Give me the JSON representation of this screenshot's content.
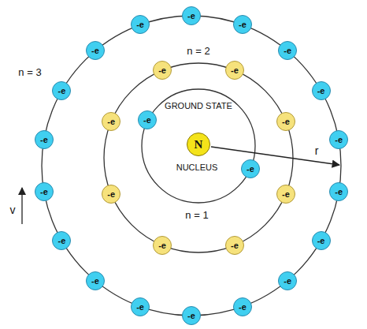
{
  "diagram": {
    "nodes": [
      {
        "text": [
          "N"
        ]
      },
      {
        "text": [
          "-e"
        ]
      },
      {
        "text": [
          "-e"
        ]
      },
      {
        "text": [
          "-e"
        ]
      },
      {
        "text": [
          "-e"
        ]
      },
      {
        "text": [
          "-e"
        ]
      },
      {
        "text": [
          "-e"
        ]
      },
      {
        "text": [
          "-e"
        ]
      },
      {
        "text": [
          "-e"
        ]
      },
      {
        "text": [
          "-e"
        ]
      },
      {
        "text": [
          "-e"
        ]
      },
      {
        "text": [
          "-e"
        ]
      },
      {
        "text": [
          "-e"
        ]
      },
      {
        "text": [
          "-e"
        ]
      },
      {
        "text": [
          "-e"
        ]
      },
      {
        "text": [
          "-e"
        ]
      },
      {
        "text": [
          "-e"
        ]
      },
      {
        "text": [
          "-e"
        ]
      },
      {
        "text": [
          "-e"
        ]
      },
      {
        "text": [
          "-e"
        ]
      },
      {
        "text": [
          "-e"
        ]
      },
      {
        "text": [
          "-e"
        ]
      },
      {
        "text": [
          "-e"
        ]
      },
      {
        "text": [
          "-e"
        ]
      },
      {
        "text": [
          "-e"
        ]
      },
      {
        "text": [
          "-e"
        ]
      },
      {
        "text": [
          "-e"
        ]
      },
      {
        "text": [
          "-e"
        ]
      },
      {
        "text": [
          "-e"
        ]
      }
    ],
    "labels": [
      "n = 3",
      "n = 2",
      "GROUND STATE",
      "NUCLEUS",
      "n = 1",
      "r",
      "v"
    ]
  }
}
